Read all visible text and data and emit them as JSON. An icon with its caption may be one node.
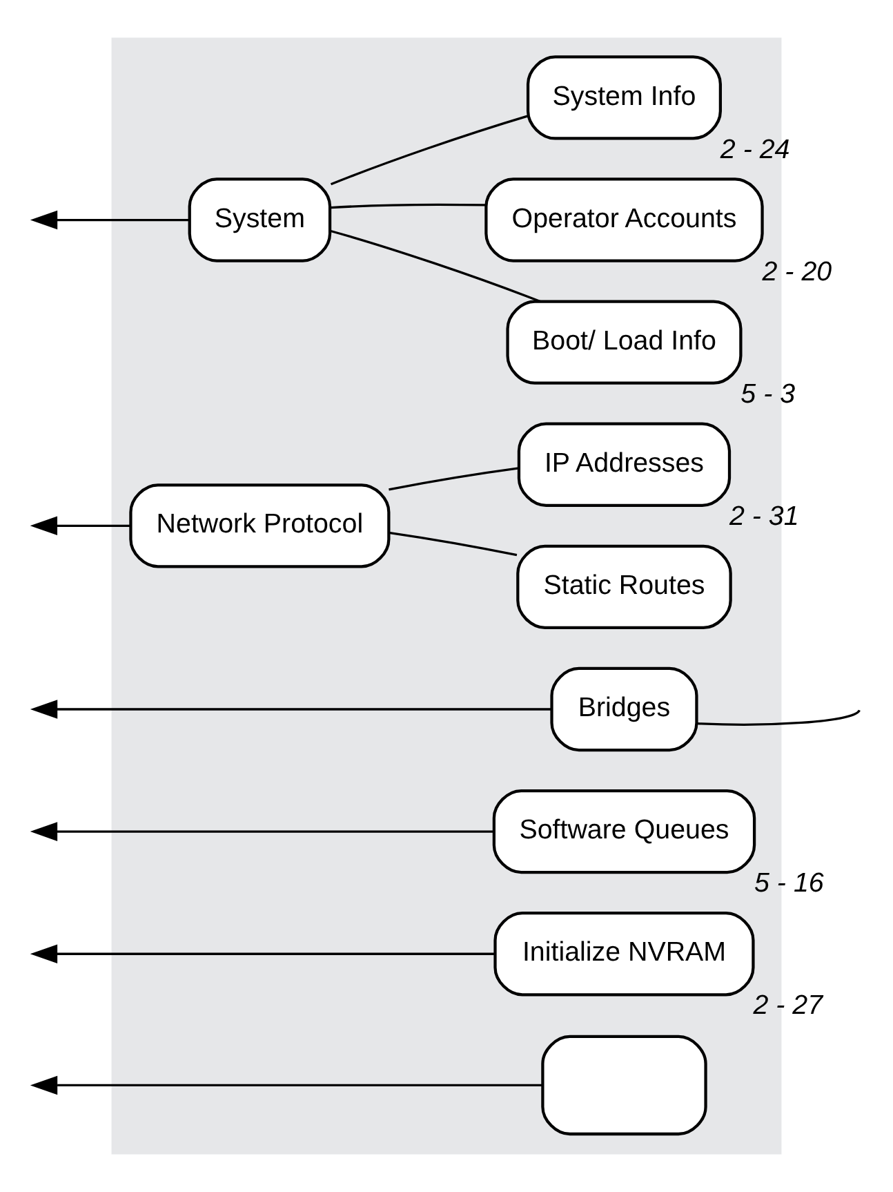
{
  "diagram": {
    "nodes": [
      {
        "text": [],
        "shape": "box"
      },
      {
        "text": [
          "System"
        ],
        "in": 0
      },
      {
        "text": [
          "System Info"
        ],
        "in": 0,
        "beside": [
          "2 - 24"
        ]
      },
      {
        "text": [
          "Operator Accounts"
        ],
        "in": 0,
        "beside": [
          "2 - 20"
        ]
      },
      {
        "text": [
          "Boot/ Load Info"
        ],
        "in": 0,
        "beside": [
          "5 - 3"
        ]
      },
      {
        "text": [
          "Bridges"
        ],
        "in": 0
      },
      {
        "text": [
          "Network Protocol"
        ],
        "in": 0
      },
      {
        "text": [
          "Software Queues"
        ],
        "in": 0,
        "beside": [
          "5 - 16"
        ]
      },
      {
        "text": [
          "Initialize NVRAM"
        ],
        "in": 0,
        "beside": [
          "2 - 27"
        ]
      },
      {
        "text": [],
        "shape": "box",
        "in": 0
      },
      {
        "text": [
          "IP Addresses"
        ],
        "in": 0,
        "beside": [
          "2 - 31"
        ]
      },
      {
        "text": [
          "Static Routes"
        ],
        "in": 0
      }
    ],
    "edges": [
      {
        "from": 1,
        "to": null,
        "arrow": "to"
      },
      {
        "from": 5,
        "to": null,
        "arrow": "to"
      },
      {
        "from": 6,
        "to": null,
        "arrow": "to"
      },
      {
        "from": 7,
        "to": null,
        "arrow": "to"
      },
      {
        "from": 8,
        "to": null,
        "arrow": "to"
      },
      {
        "from": 9,
        "to": null,
        "arrow": "to"
      },
      {
        "from": 1,
        "to": 2,
        "arrow": "none"
      },
      {
        "from": 1,
        "to": 3,
        "arrow": "none"
      },
      {
        "from": 1,
        "to": 4,
        "arrow": "none"
      },
      {
        "from": 5,
        "to": null,
        "arrow": "none"
      },
      {
        "from": 6,
        "to": 10,
        "arrow": "none"
      },
      {
        "from": 6,
        "to": 11,
        "arrow": "none"
      }
    ]
  }
}
